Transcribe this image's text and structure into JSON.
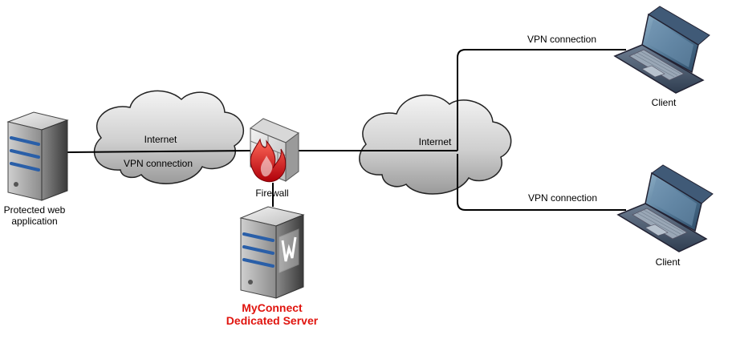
{
  "diagram": {
    "nodes": {
      "web_app": {
        "label": "Protected web\napplication"
      },
      "cloud_left": {
        "label": "Internet"
      },
      "vpn_left": {
        "label": "VPN connection"
      },
      "firewall": {
        "label": "Firewall"
      },
      "dedicated": {
        "label": "MyConnect\nDedicated Server",
        "color": "#e0140e"
      },
      "cloud_right": {
        "label": "Internet"
      },
      "vpn_top": {
        "label": "VPN connection"
      },
      "client_top": {
        "label": "Client"
      },
      "vpn_bottom": {
        "label": "VPN connection"
      },
      "client_bottom": {
        "label": "Client"
      }
    }
  }
}
